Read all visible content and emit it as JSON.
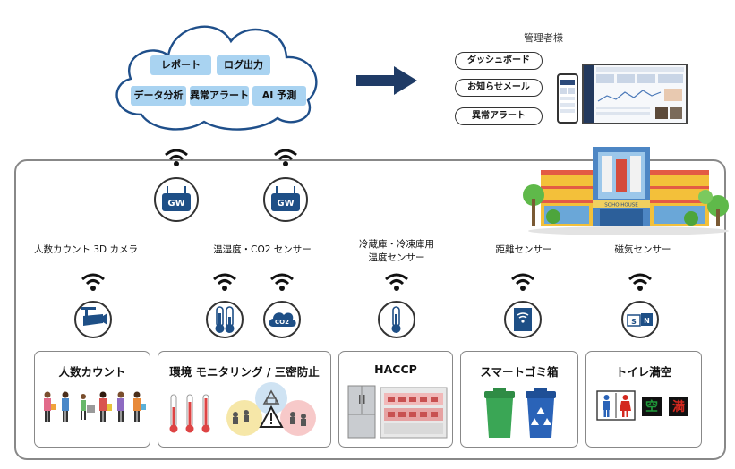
{
  "cloud": {
    "chips": [
      "レポート",
      "ログ出力",
      "データ分析",
      "異常アラート",
      "AI 予測"
    ]
  },
  "admin": {
    "title": "管理者様",
    "buttons": [
      "ダッシュボード",
      "お知らせメール",
      "異常アラート"
    ]
  },
  "building": {
    "sign": "SOHO HOUSE"
  },
  "gateways": [
    {
      "label": "GW"
    },
    {
      "label": "GW"
    }
  ],
  "sensors": [
    {
      "label": "人数カウント 3D カメラ",
      "icon": "camera-icon"
    },
    {
      "label": "温湿度・CO2 センサー",
      "icon": "thermometer-icon"
    },
    {
      "label_line1": "冷蔵庫・冷凍庫用",
      "label_line2": "温度センサー",
      "icon": "thermometer-icon"
    },
    {
      "label": "距離センサー",
      "icon": "distance-sensor-icon"
    },
    {
      "label": "磁気センサー",
      "icon": "magnet-sensor-icon"
    }
  ],
  "co2_badge": "CO2",
  "magnet_letters": [
    "S",
    "N"
  ],
  "cards": [
    {
      "title": "人数カウント"
    },
    {
      "title": "環境 モニタリング / 三密防止"
    },
    {
      "title": "HACCP"
    },
    {
      "title": "スマートゴミ箱"
    },
    {
      "title": "トイレ満空"
    }
  ],
  "toilet_signs": [
    "空",
    "満"
  ],
  "colors": {
    "chip": "#a9d3f1",
    "arrow": "#1f3b66",
    "icon_blue": "#1e4f86",
    "bin_green": "#3aa655",
    "bin_blue": "#2a63b8",
    "sign_green": "#1f9a3a",
    "sign_red": "#d3281f"
  }
}
